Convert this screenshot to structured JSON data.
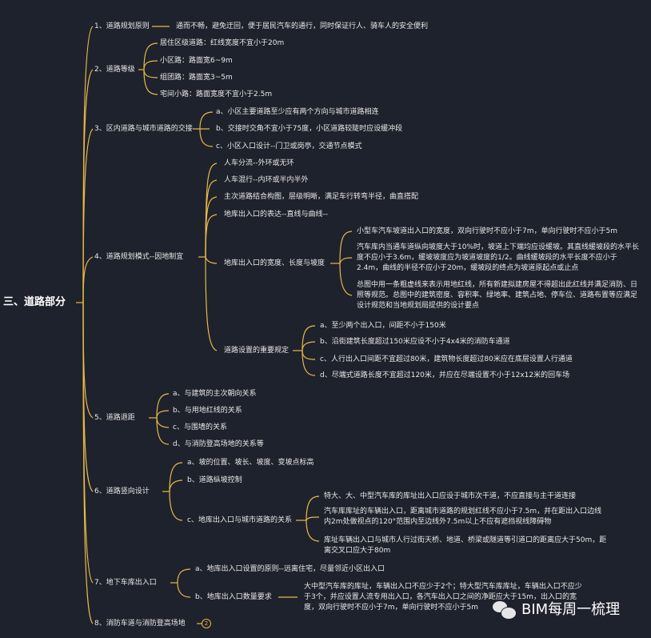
{
  "root": {
    "label": "三、道路部分"
  },
  "colors": {
    "background": "#1e222c",
    "line": "#e8b84a",
    "text": "#e8e8e8",
    "root_text": "#ffffff"
  },
  "branches": [
    {
      "label": "1、道路规划原则",
      "children": [
        {
          "label": "通而不畅，避免迂回，便于居民汽车的通行，同时保证行人、骑车人的安全便利"
        }
      ]
    },
    {
      "label": "2、道路等级",
      "children": [
        {
          "label": "居住区级道路：红线宽度不宜小于20m"
        },
        {
          "label": "小区路：路面宽6~9m"
        },
        {
          "label": "组团路：路面宽3~5m"
        },
        {
          "label": "宅间小路：路面宽度不宜小于2.5m"
        }
      ]
    },
    {
      "label": "3、区内道路与城市道路的交接",
      "children": [
        {
          "label": "a、小区主要道路至少应有两个方向与城市道路相连"
        },
        {
          "label": "b、交接时交角不宜小于75度，小区道路较陡时应设缓冲段"
        },
        {
          "label": "c、小区入口设计--门卫或岗亭，交通节点模式"
        }
      ]
    },
    {
      "label": "4、道路规划模式--因地制宜",
      "children": [
        {
          "label": "人车分流--外环或无环"
        },
        {
          "label": "人车混行--内环或半内半外"
        },
        {
          "label": "主次道路结合构图，层级明晰，满足车行转弯半径，曲直搭配"
        },
        {
          "label": "地库出入口的表达--直线与曲线--"
        },
        {
          "label": "地库出入口的宽度、长度与坡度",
          "children": [
            {
              "label": "小型车汽车坡道出入口的宽度，双向行驶时不应小于7m，单向行驶时不应小于5m"
            },
            {
              "label": "汽车库内当通车道纵向坡度大于10%时，坡道上下端均应设缓坡。其直线缓坡段的水平长度不应小于3.6m，缓坡坡度应为坡道坡度的1/2。曲线缓坡段的水平长度不应小于2.4m，曲线的半径不应小于20m，缓坡段的终点为坡道原起点或止点"
            },
            {
              "label": "总图中用一条粗虚线来表示用地红线，所有新建拟建房屋不得超出此红线并满足消防、日照等规范。总图中的建筑密度、容积率、绿地率、建筑占地、停车位、道路布置等应满足设计规范和当地规划局提供的设计要点"
            }
          ]
        },
        {
          "label": "道路设置的重要规定",
          "children": [
            {
              "label": "a、至少两个出入口，间距不小于150米"
            },
            {
              "label": "b、沿街建筑长度超过150米应设不小于4x4米的消防车通道"
            },
            {
              "label": "c、人行出入口间距不宜超过80米，建筑物长度超过80米应在底层设置人行通道"
            },
            {
              "label": "d、尽端式道路长度不宜超过120米，并应在尽端设置不小于12x12米的回车场"
            }
          ]
        }
      ]
    },
    {
      "label": "5、道路退距",
      "children": [
        {
          "label": "a、与建筑的主次朝向关系"
        },
        {
          "label": "b、与用地红线的关系"
        },
        {
          "label": "c、与围墙的关系"
        },
        {
          "label": "d、与消防登高场地的关系等"
        }
      ]
    },
    {
      "label": "6、道路竖向设计",
      "children": [
        {
          "label": "a、坡的位置、坡长、坡度、变坡点标高"
        },
        {
          "label": "b、道路纵坡控制"
        },
        {
          "label": "c、地库出入口与城市道路的关系",
          "children": [
            {
              "label": "特大、大、中型汽车库的库址出入口应设于城市次干道，不应直接与主干道连接"
            },
            {
              "label": "汽车库库址的车辆出入口，距离城市道路的规划红线不应小于7.5m，并在距出入口边线内2m处做视点的120°范围内至边线外7.5m以上不应有遮挡视线障碍物"
            },
            {
              "label": "库址车辆出入口与城市人行过街天桥、地道、桥梁或隧道等引道口的距离应大于50m，距离交叉口应大于80m"
            }
          ]
        }
      ]
    },
    {
      "label": "7、地下车库出入口",
      "children": [
        {
          "label": "a、地库出入口设置的原则--远离住宅，尽量邻近小区出入口"
        },
        {
          "label": "b、地库出入口数量要求",
          "children": [
            {
              "label": "大中型汽车库的库址，车辆出入口不应少于2个；特大型汽车库库址，车辆出入口不应少于3个，并应设置人流专用出入口，各汽车出入口之间的净距应大于15m，出入口的宽度，双向行驶时不应小于7m，单向行驶时不应小于5m"
            }
          ]
        }
      ]
    },
    {
      "label": "8、消防车道与消防登高场地",
      "collapsed_count": "2"
    }
  ],
  "watermark": {
    "label": "BIM每周一梳理",
    "icon": "wechat-icon"
  }
}
